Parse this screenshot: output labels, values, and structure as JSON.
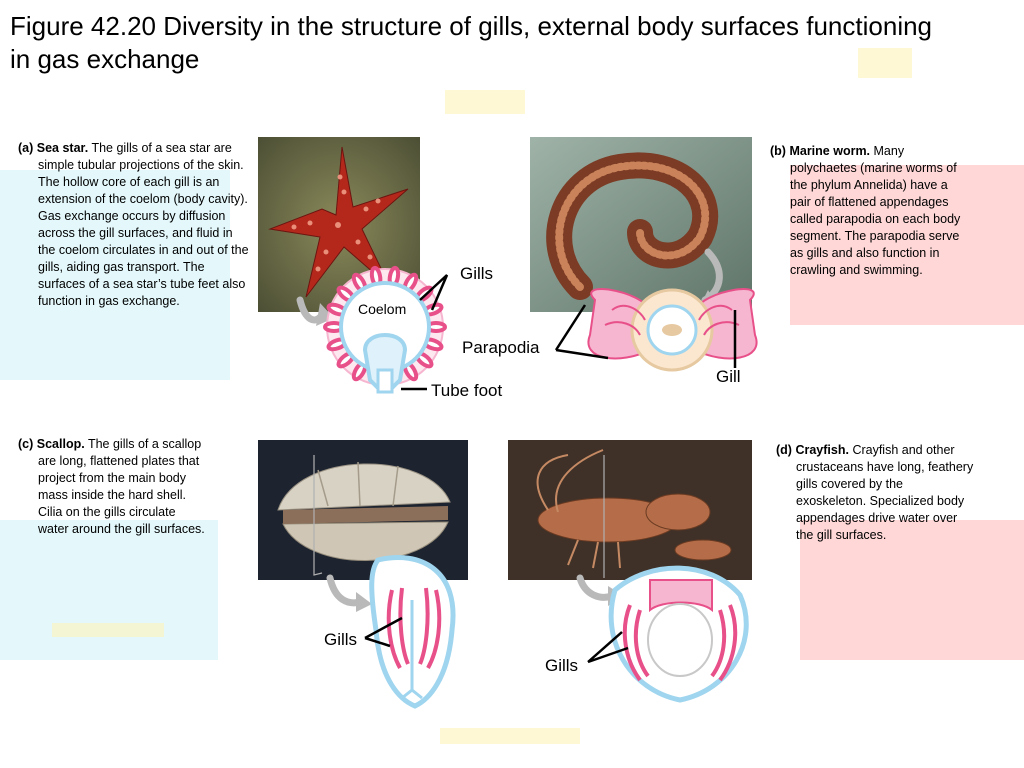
{
  "title": "Figure 42.20 Diversity in the structure of gills, external body surfaces functioning in gas exchange",
  "panels": {
    "a": {
      "letter": "(a)",
      "name": "Sea star.",
      "text": "The gills of a sea star are simple tubular projections of the skin. The hollow core of each gill is an extension of the coelom (body cavity). Gas exchange occurs by diffusion across the gill surfaces, and fluid in the coelom circulates in and out of the gills, aiding gas transport. The surfaces of a sea star’s tube feet also function in gas exchange.",
      "labels": {
        "gills": "Gills",
        "coelom": "Coelom",
        "tube_foot": "Tube foot"
      }
    },
    "b": {
      "letter": "(b)",
      "name": "Marine worm.",
      "text": "Many polychaetes (marine worms of the phylum Annelida) have a pair of flattened appendages called parapodia on each body segment. The parapodia serve as gills and also function in crawling and swimming.",
      "labels": {
        "parapodia": "Parapodia",
        "gill": "Gill"
      }
    },
    "c": {
      "letter": "(c)",
      "name": "Scallop.",
      "text": "The gills of a scallop are long, flattened plates that project from the main body mass inside the hard shell. Cilia on the gills circulate water around the gill surfaces.",
      "labels": {
        "gills": "Gills"
      }
    },
    "d": {
      "letter": "(d)",
      "name": "Crayfish.",
      "text": "Crayfish and other crustaceans have long, feathery gills covered by the exoskeleton. Specialized body appendages drive water over the gill surfaces.",
      "labels": {
        "gills": "Gills"
      }
    }
  },
  "colors": {
    "gill_pink": "#e8508a",
    "gill_light_pink": "#f6b6cf",
    "coelom_blue": "#9fd5ee",
    "arrow_gray": "#b9b9b9"
  }
}
